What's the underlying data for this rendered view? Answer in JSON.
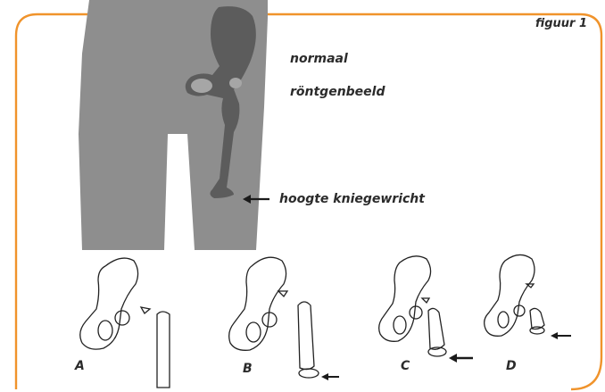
{
  "figure": {
    "title": "figuur 1",
    "frame_color": "#f0932b",
    "silhouette_color": "#8c8c8c",
    "bone_color": "#5f5f5f"
  },
  "xray": {
    "line1": "normaal",
    "line2": "röntgenbeeld",
    "knee_label": "hoogte kniegewricht",
    "knee_arrow_icon": "left-arrow-icon"
  },
  "stages": [
    {
      "letter": "A",
      "has_arrow": false
    },
    {
      "letter": "B",
      "has_arrow": true
    },
    {
      "letter": "C",
      "has_arrow": true
    },
    {
      "letter": "D",
      "has_arrow": true
    }
  ]
}
